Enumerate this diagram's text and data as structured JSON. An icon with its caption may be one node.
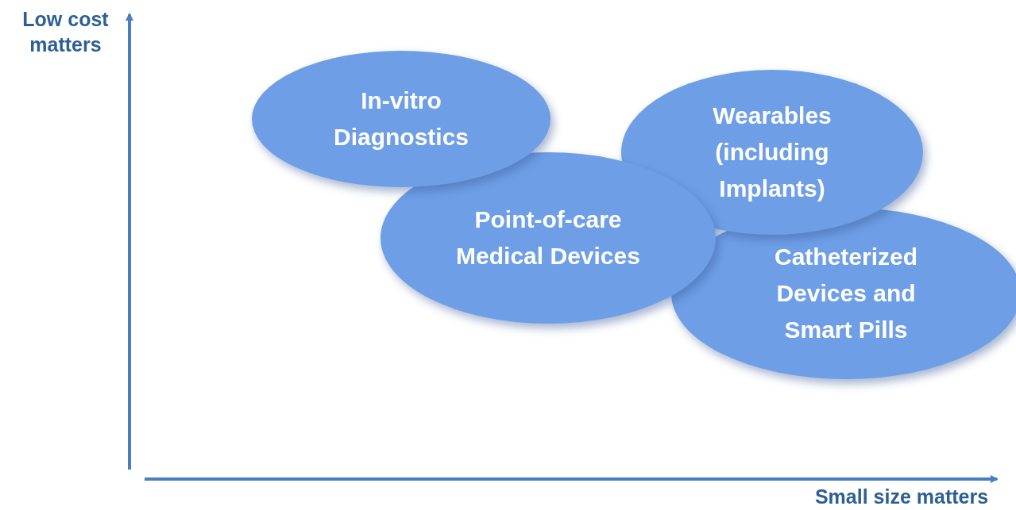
{
  "diagram": {
    "nodes": [
      {
        "text": [
          "In-vitro Diagnostics"
        ]
      },
      {
        "text": [
          "Wearables (including Implants)"
        ]
      },
      {
        "text": [
          "Point-of-care Medical Devices"
        ]
      },
      {
        "text": [
          "Catheterized Devices and Smart Pills"
        ]
      }
    ],
    "labels": [
      "Low cost matters",
      "Small size matters"
    ]
  }
}
